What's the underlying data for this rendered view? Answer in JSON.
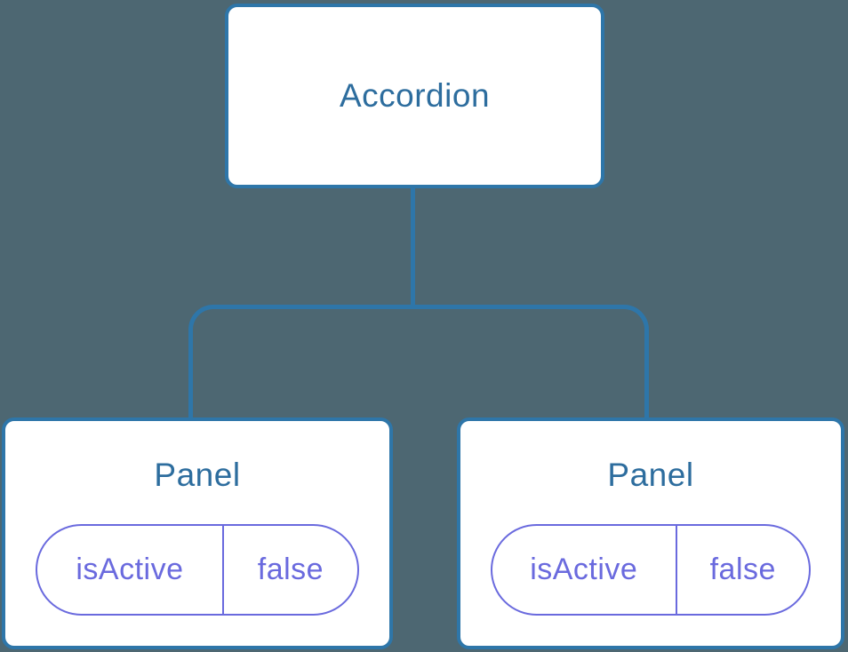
{
  "diagram": {
    "title": "component-state-tree",
    "colors": {
      "background": "#4d6772",
      "node_fill": "#ffffff",
      "node_border": "#2e76a9",
      "node_title_text": "#2d6d9e",
      "state_accent": "#6a6ade"
    },
    "root": {
      "label": "Accordion"
    },
    "children": [
      {
        "label": "Panel",
        "state": {
          "name": "isActive",
          "value": "false"
        }
      },
      {
        "label": "Panel",
        "state": {
          "name": "isActive",
          "value": "false"
        }
      }
    ]
  }
}
